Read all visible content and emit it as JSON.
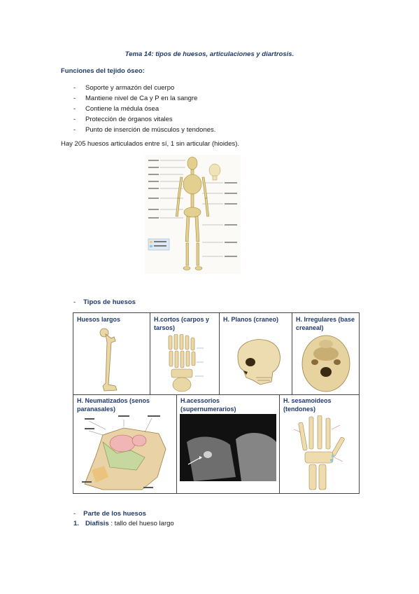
{
  "title": "Tema 14: tipos de huesos, articulaciones y diartrosis.",
  "funciones": {
    "heading": "Funciones del tejido óseo:",
    "items": [
      "Soporte y armazón del cuerpo",
      "Mantiene nivel de Ca y P en la sangre",
      "Contiene la médula ósea",
      "Protección de órganos vitales",
      "Punto de inserción de músculos y tendones."
    ]
  },
  "paragraph": "Hay 205 huesos articulados entre sí, 1 sin articular (hioides).",
  "tipos": {
    "heading": "Tipos de huesos",
    "row1": [
      {
        "label": "Huesos largos",
        "icon": "femur-icon"
      },
      {
        "label": "H.cortos (carpos y tarsos)",
        "icon": "foot-bones-icon"
      },
      {
        "label": "H. Planos (craneo)",
        "icon": "skull-icon"
      },
      {
        "label": "H. Irregulares (base creaneal)",
        "icon": "skull-base-icon"
      }
    ],
    "row2": [
      {
        "label": "H. Neumatizados (senos paranasales)",
        "icon": "sinus-icon"
      },
      {
        "label": "H.acessorios (supernumerarios)",
        "icon": "xray-icon"
      },
      {
        "label": "H. sesamoideos (tendones)",
        "icon": "hand-bones-icon"
      }
    ]
  },
  "partes": {
    "heading": "Parte de los huesos",
    "item_number": "1.",
    "item_term": "Diafisis",
    "item_text": " : tallo del hueso largo"
  },
  "colors": {
    "heading": "#1f3a6e",
    "bone": "#e6d3a3",
    "cartilage": "#8fc6dc"
  }
}
